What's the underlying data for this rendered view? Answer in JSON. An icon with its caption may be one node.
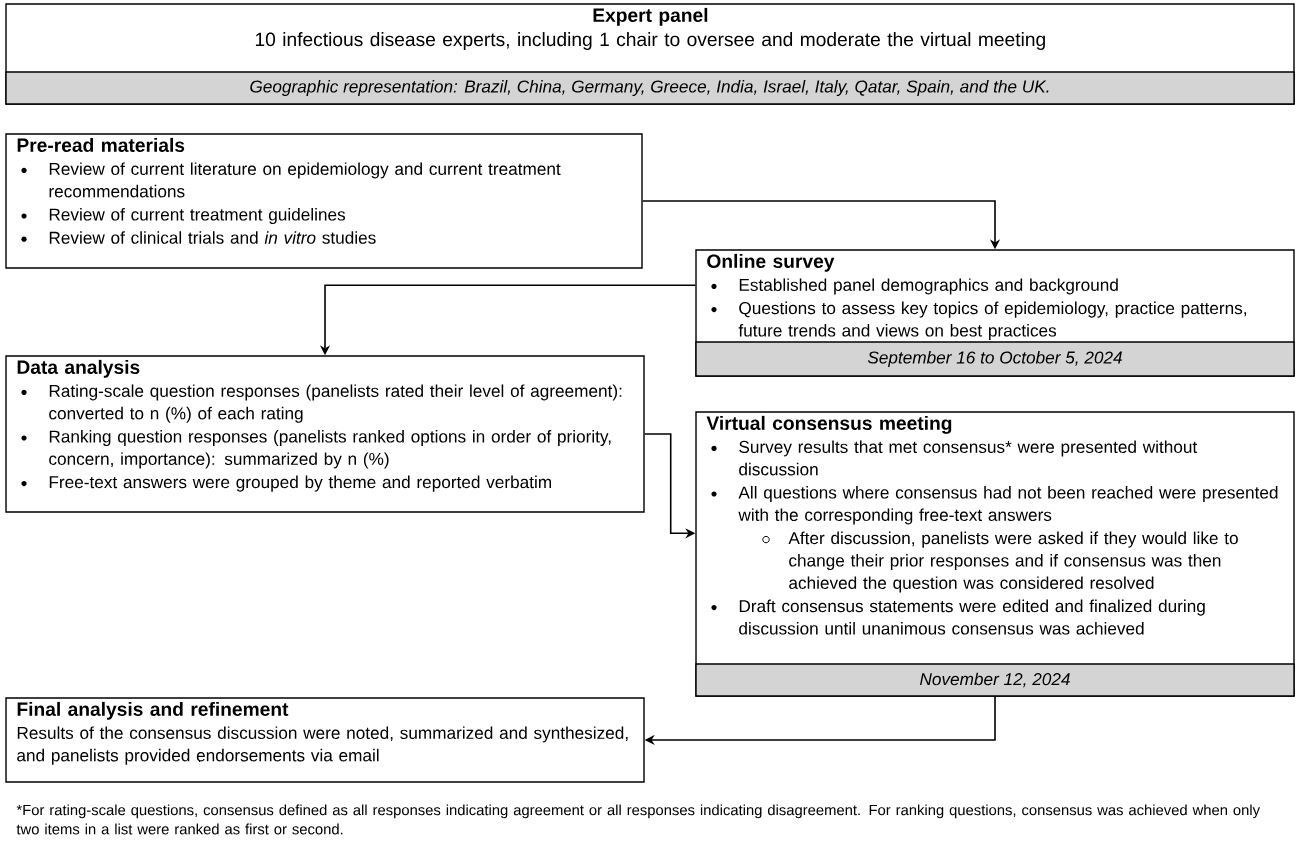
{
  "diagram": {
    "caption": "*For rating-scale questions, consensus defined as all responses indicating agreement or all responses indicating disagreement. For ranking questions, consensus was achieved when only two items in a list were ranked as first or second.",
    "nodes": [
      {
        "text": [
          "Expert panel",
          "10 infectious disease experts, including 1 chair to oversee and moderate the virtual meeting",
          "Geographic representation: Brazil, China, Germany, Greece, India, Israel, Italy, Qatar, Spain, and the UK."
        ]
      },
      {
        "text": [
          "Pre-read materials",
          "Review of current literature on epidemiology and current treatment recommendations",
          "Review of current treatment guidelines",
          "Review of clinical trials and *in vitro* studies"
        ]
      },
      {
        "text": [
          "Online survey",
          "Established panel demographics and background",
          "Questions to assess key topics of epidemiology, practice patterns, future trends and views on best practices",
          "September 16 to October 5, 2024"
        ]
      },
      {
        "text": [
          "Data analysis",
          "Rating-scale question responses (panelists rated their level of agreement): converted to n (%) of each rating",
          "Ranking question responses (panelists ranked options in order of priority, concern, importance): summarized by n (%)",
          "Free-text answers were grouped by theme and reported verbatim"
        ]
      },
      {
        "text": [
          "Virtual consensus meeting",
          "Survey results that met consensus* were presented without discussion",
          "All questions where consensus had not been reached were presented with the corresponding free-text answers",
          "After discussion, panelists were asked if they would like to change their prior responses and if consensus was then achieved the question was considered resolved",
          "Draft consensus statements were edited and finalized during discussion until unanimous consensus was achieved",
          "November 12, 2024"
        ]
      },
      {
        "text": [
          "Final analysis and refinement",
          "Results of the consensus discussion were noted, summarized and synthesized, and panelists provided endorsements via email"
        ]
      }
    ],
    "edges": [
      {
        "from": 1,
        "to": 2,
        "arrow": "to"
      },
      {
        "from": 2,
        "to": 3,
        "arrow": "to"
      },
      {
        "from": 3,
        "to": 4,
        "arrow": "to"
      },
      {
        "from": 4,
        "to": 5,
        "arrow": "to"
      }
    ]
  }
}
